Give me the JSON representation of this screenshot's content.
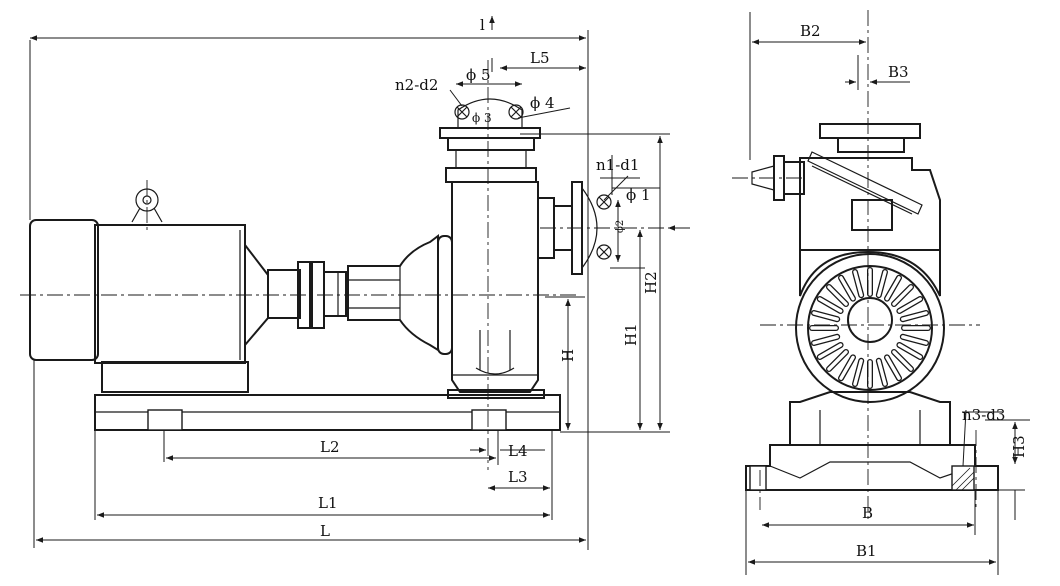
{
  "labels": {
    "l": "l",
    "L": "L",
    "L1": "L1",
    "L2": "L2",
    "L3": "L3",
    "L4": "L4",
    "L5": "L5",
    "H": "H",
    "H1": "H1",
    "H2": "H2",
    "phi1": "ϕ 1",
    "phi2": "ϕ2",
    "phi3": "ϕ 3",
    "phi4": "ϕ 4",
    "phi5": "ϕ 5",
    "n1d1": "n1-d1",
    "n2d2": "n2-d2",
    "n3d3": "n3-d3",
    "H3": "H3",
    "B": "B",
    "B1": "B1",
    "B2": "B2",
    "B3": "B3"
  }
}
